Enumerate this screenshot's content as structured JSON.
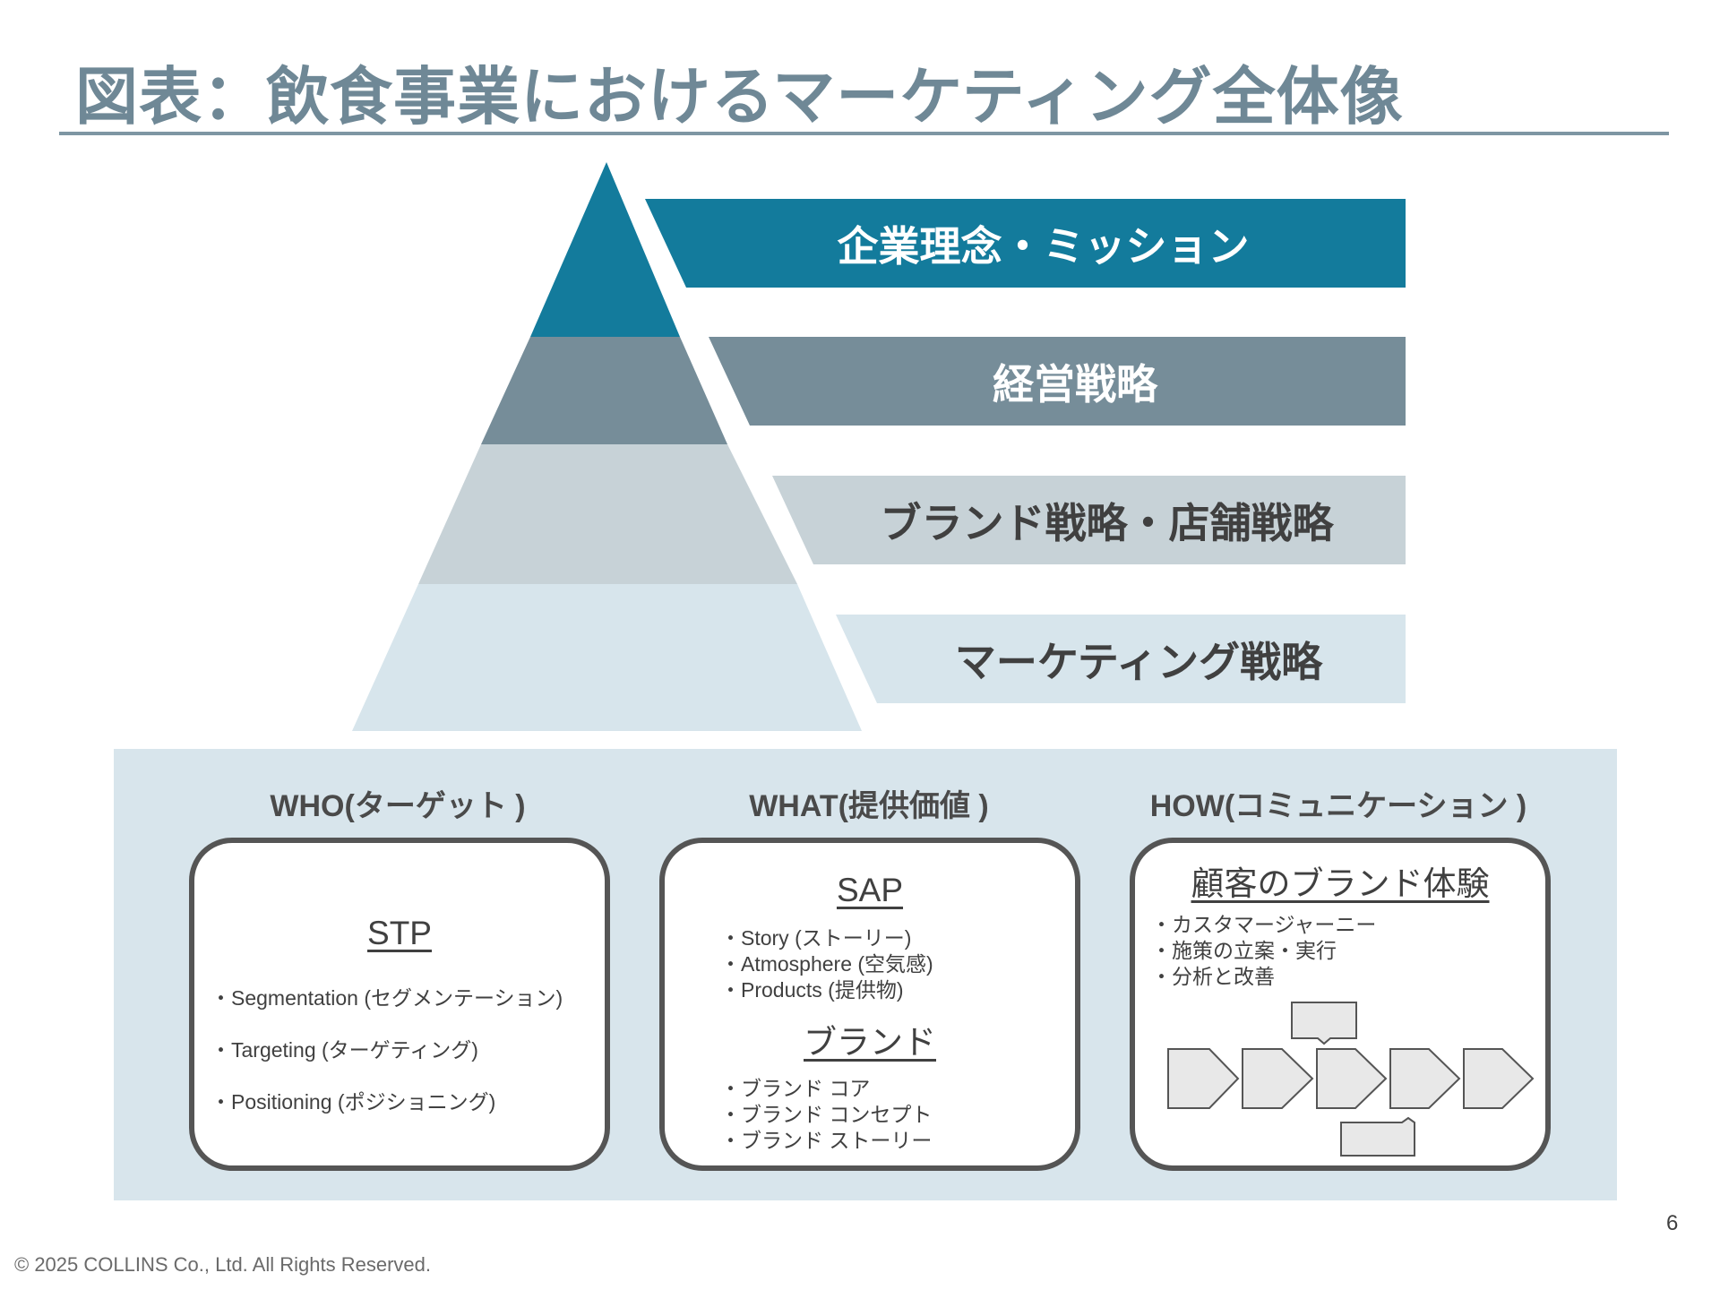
{
  "title": "図表：飲食事業におけるマーケティング全体像",
  "colors": {
    "level1": "#137b9c",
    "level2": "#768d99",
    "level3": "#c7d2d7",
    "level4": "#d7e5ec",
    "panel": "#d8e5ec",
    "title": "#6f8896"
  },
  "pyramid": {
    "levels": [
      {
        "label": "企業理念・ミッション"
      },
      {
        "label": "経営戦略"
      },
      {
        "label": "ブランド戦略・店舗戦略"
      },
      {
        "label": "マーケティング戦略"
      }
    ]
  },
  "columns": [
    {
      "heading": "WHO(ターゲット )",
      "sub_heading": "STP",
      "items": [
        "Segmentation (セグメンテーション)",
        "Targeting (ターゲティング)",
        "Positioning (ポジショニング)"
      ]
    },
    {
      "heading": "WHAT(提供価値 )",
      "sub_heading": "SAP",
      "items": [
        "Story (ストーリー)",
        "Atmosphere (空気感)",
        "Products (提供物)"
      ],
      "sub_heading_2": "ブランド",
      "items_2": [
        "ブランド コア",
        "ブランド コンセプト",
        "ブランド ストーリー"
      ]
    },
    {
      "heading": "HOW(コミュニケーション  )",
      "sub_heading": "顧客のブランド体験",
      "items": [
        "カスタマージャーニー",
        "施策の立案・実行",
        "分析と改善"
      ],
      "journey_icon": "customer-journey-flow-icon"
    }
  ],
  "footer": {
    "page_number": "6",
    "copyright": "© 2025 COLLINS Co., Ltd. All Rights Reserved."
  }
}
